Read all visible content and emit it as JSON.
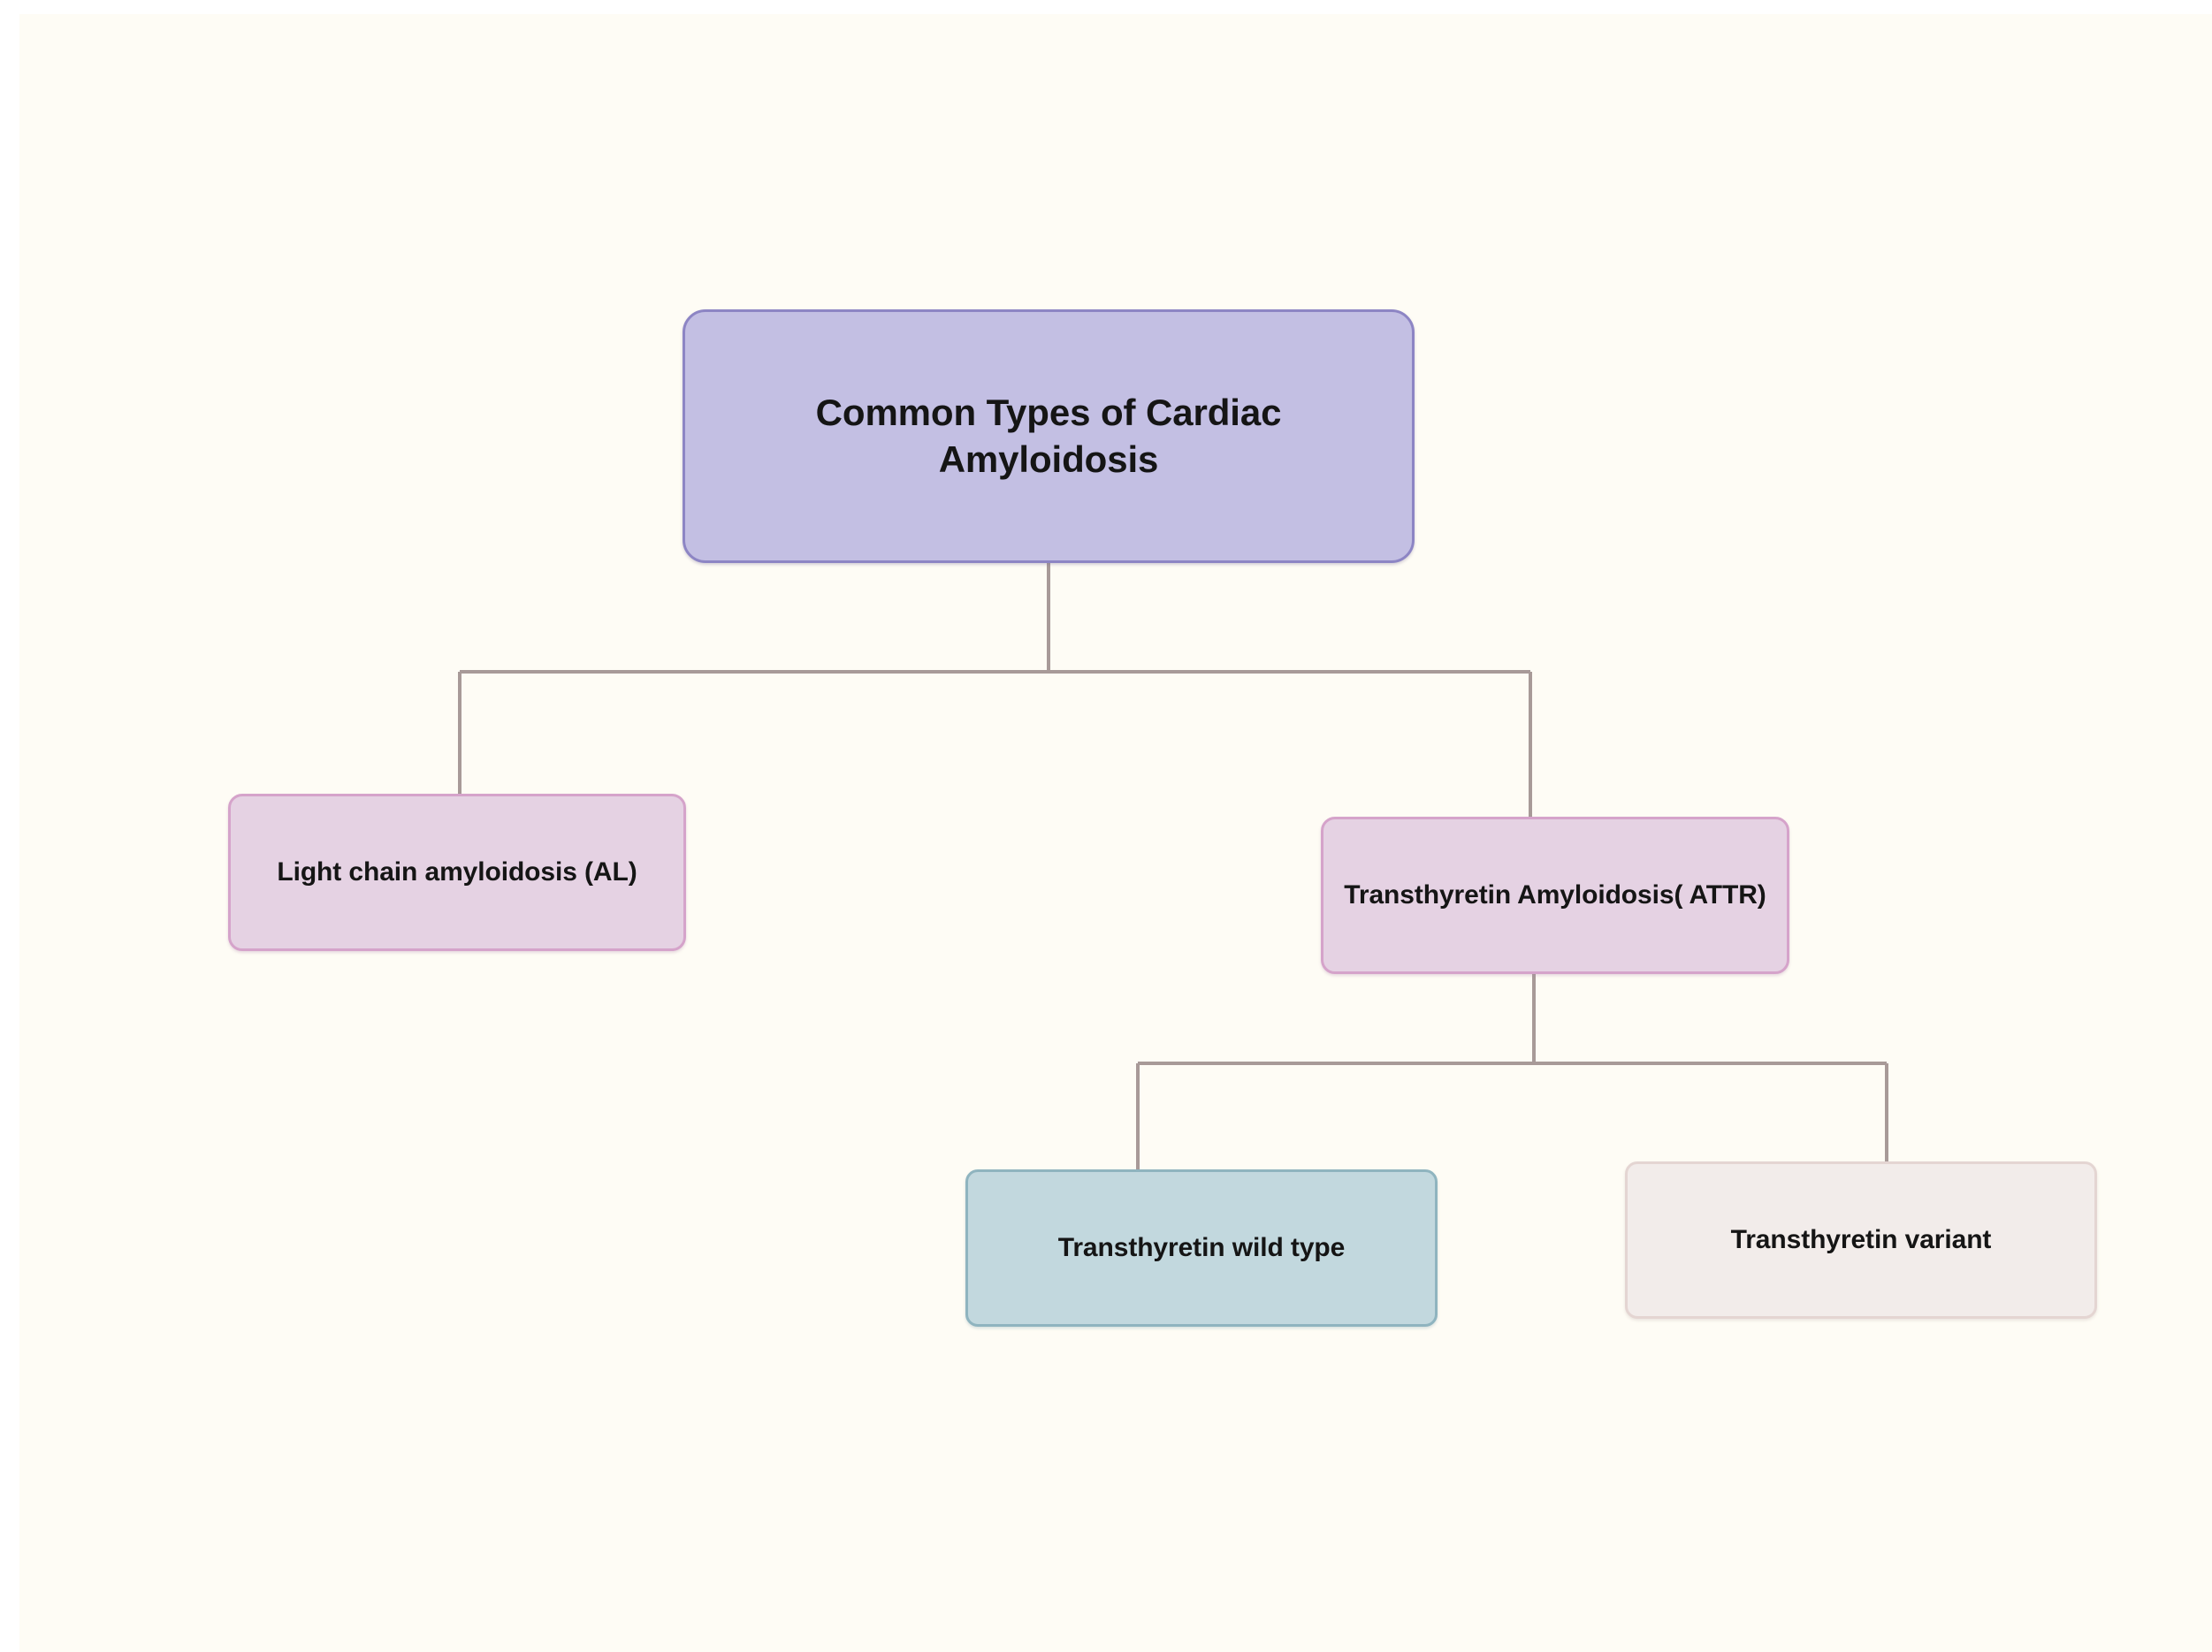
{
  "canvas": {
    "background_color": "#fefcf5",
    "page_color": "#ffffff"
  },
  "diagram": {
    "type": "tree-flowchart",
    "title": "Common Types of Cardiac Amyloidosis",
    "connector_color": "#a89a98",
    "nodes": {
      "root": {
        "label": "Common Types of Cardiac Amyloidosis",
        "fill_color": "#c3bfe3",
        "border_color": "#8d85c4",
        "level": 1
      },
      "al": {
        "label": "Light chain amyloidosis (AL)",
        "fill_color": "#e5d2e3",
        "border_color": "#d5a3ca",
        "level": 2
      },
      "attr": {
        "label": "Transthyretin Amyloidosis( ATTR)",
        "fill_color": "#e5d2e3",
        "border_color": "#d5a3ca",
        "level": 2
      },
      "wildtype": {
        "label": "Transthyretin wild type",
        "fill_color": "#c2d8de",
        "border_color": "#8fb4bf",
        "level": 3
      },
      "variant": {
        "label": "Transthyretin variant",
        "fill_color": "#f2ecea",
        "border_color": "#e4d5d2",
        "level": 3
      }
    },
    "edges": [
      {
        "from": "root",
        "to": "al"
      },
      {
        "from": "root",
        "to": "attr"
      },
      {
        "from": "attr",
        "to": "wildtype"
      },
      {
        "from": "attr",
        "to": "variant"
      }
    ]
  }
}
